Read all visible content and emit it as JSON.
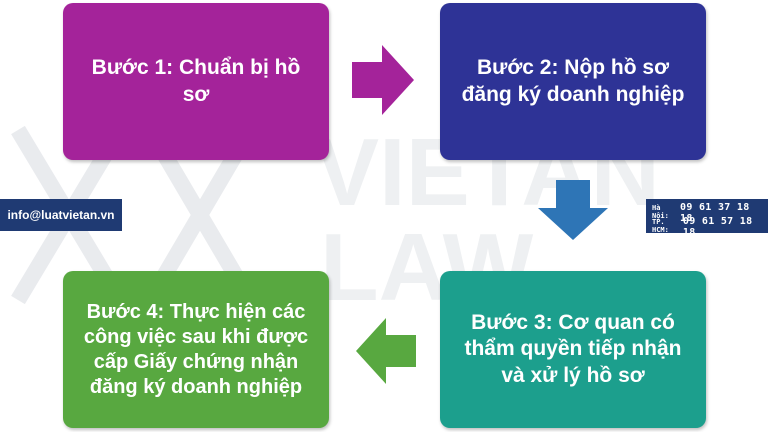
{
  "watermark": {
    "text1": "VIETAN",
    "text2": "LAW"
  },
  "steps": [
    {
      "label": "Bước 1: Chuẩn bị hồ sơ",
      "color": "#a4239a"
    },
    {
      "label": "Bước 2: Nộp hồ sơ đăng ký doanh nghiệp",
      "color": "#2e3396"
    },
    {
      "label": "Bước 3: Cơ quan có thẩm quyền tiếp nhận và xử lý hồ sơ",
      "color": "#1c9f8d"
    },
    {
      "label": "Bước 4: Thực hiện các công việc sau khi được cấp Giấy chứng nhận đăng ký doanh nghiệp",
      "color": "#58a840"
    }
  ],
  "arrows": {
    "right_color": "#a4239a",
    "down_color": "#2e75b6",
    "left_color": "#58a840"
  },
  "contact": {
    "email": "info@luatvietan.vn",
    "phones": [
      {
        "label": "Hà Nội:",
        "number": "09 61 37 18 18"
      },
      {
        "label": "TP. HCM:",
        "number": "09 61 57 18 18"
      }
    ]
  }
}
